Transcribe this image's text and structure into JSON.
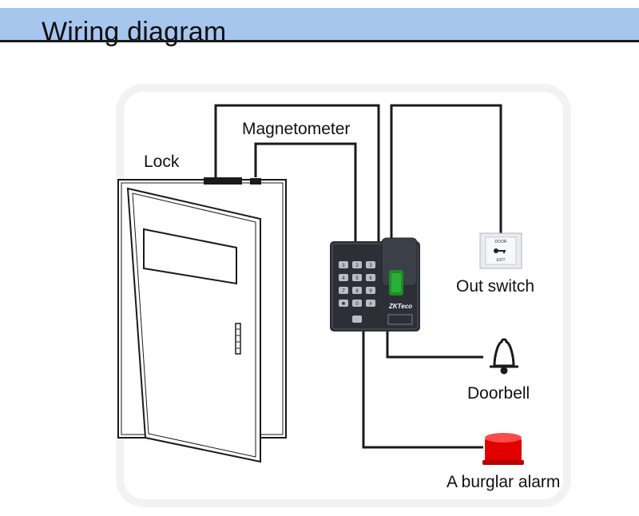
{
  "header": {
    "title": "Wiring diagram"
  },
  "labels": {
    "lock": "Lock",
    "magnetometer": "Magnetometer",
    "out_switch": "Out switch",
    "doorbell": "Doorbell",
    "burglar_alarm": "A burglar alarm"
  },
  "device": {
    "keys": [
      "1",
      "2",
      "3",
      "4",
      "5",
      "6",
      "7",
      "8",
      "9",
      "✱",
      "0",
      "#"
    ],
    "brand": "ZKTeco"
  },
  "exit_button": {
    "top_text": "DOOR",
    "bottom_text": "EXIT"
  },
  "colors": {
    "header": "#a6c6ee",
    "wire": "#1a1a1a",
    "alarm": "#e00000",
    "device": "#2c2f36"
  }
}
